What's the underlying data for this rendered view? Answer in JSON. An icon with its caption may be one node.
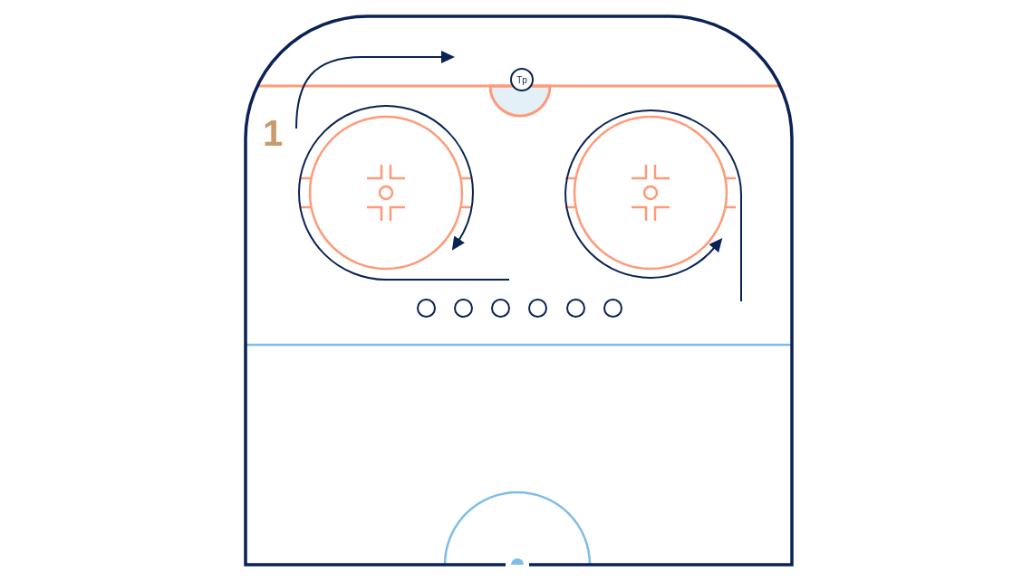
{
  "diagram": {
    "nodes": [
      {
        "text": [
          "Tp"
        ]
      },
      {
        "text": [],
        "shape": "circle"
      },
      {
        "text": [],
        "shape": "circle"
      },
      {
        "text": [],
        "shape": "circle"
      },
      {
        "text": [],
        "shape": "circle"
      },
      {
        "text": [],
        "shape": "circle"
      },
      {
        "text": [],
        "shape": "circle"
      }
    ],
    "labels": [
      "1"
    ]
  }
}
